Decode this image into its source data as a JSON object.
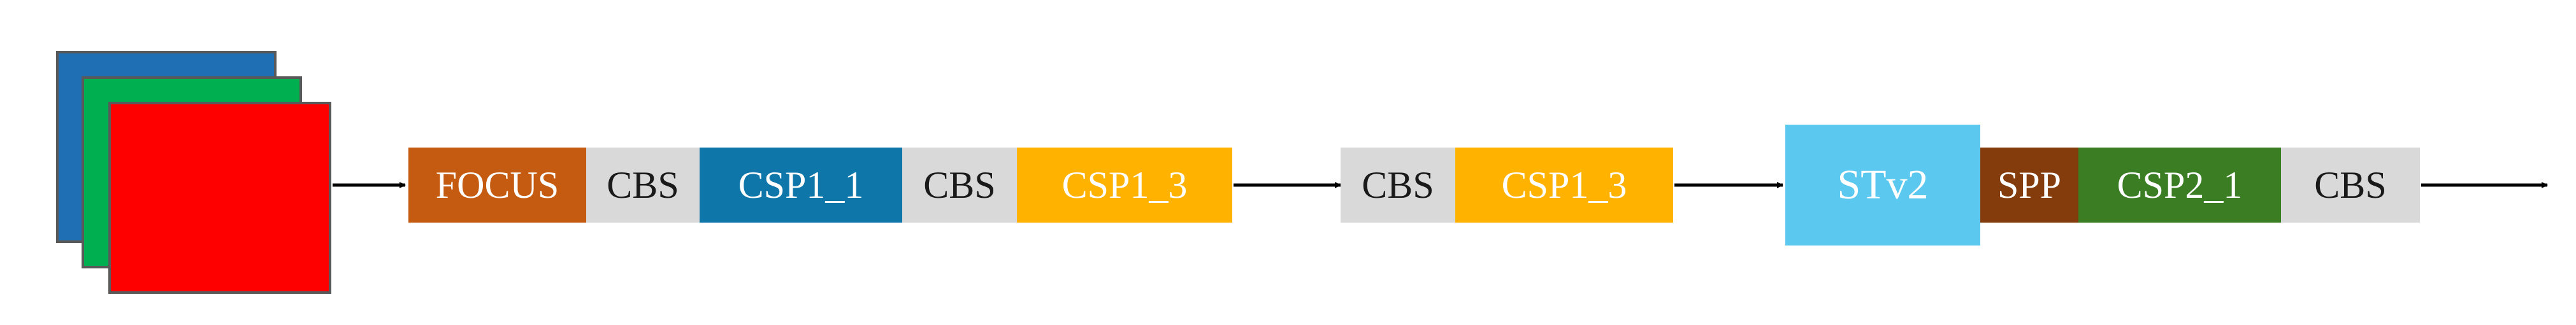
{
  "diagram": {
    "input_layers": [
      {
        "name": "blue-channel",
        "color": "#1f6fb5"
      },
      {
        "name": "green-channel",
        "color": "#00b050"
      },
      {
        "name": "red-channel",
        "color": "#ff0000"
      }
    ],
    "blocks": [
      {
        "label": "FOCUS",
        "bg": "#c55a11",
        "fg": "#ffffff"
      },
      {
        "label": "CBS",
        "bg": "#d9d9d9",
        "fg": "#1a1a1a"
      },
      {
        "label": "CSP1_1",
        "bg": "#0e76a8",
        "fg": "#ffffff"
      },
      {
        "label": "CBS",
        "bg": "#d9d9d9",
        "fg": "#1a1a1a"
      },
      {
        "label": "CSP1_3",
        "bg": "#ffb300",
        "fg": "#ffffff"
      },
      {
        "label": "CBS",
        "bg": "#d9d9d9",
        "fg": "#1a1a1a"
      },
      {
        "label": "CSP1_3",
        "bg": "#ffb300",
        "fg": "#ffffff"
      },
      {
        "label": "STv2",
        "bg": "#5bc8f0",
        "fg": "#ffffff"
      },
      {
        "label": "SPP",
        "bg": "#843c0c",
        "fg": "#ffffff"
      },
      {
        "label": "CSP2_1",
        "bg": "#3a7d22",
        "fg": "#ffffff"
      },
      {
        "label": "CBS",
        "bg": "#d9d9d9",
        "fg": "#1a1a1a"
      }
    ],
    "arrow_color": "#000000"
  }
}
